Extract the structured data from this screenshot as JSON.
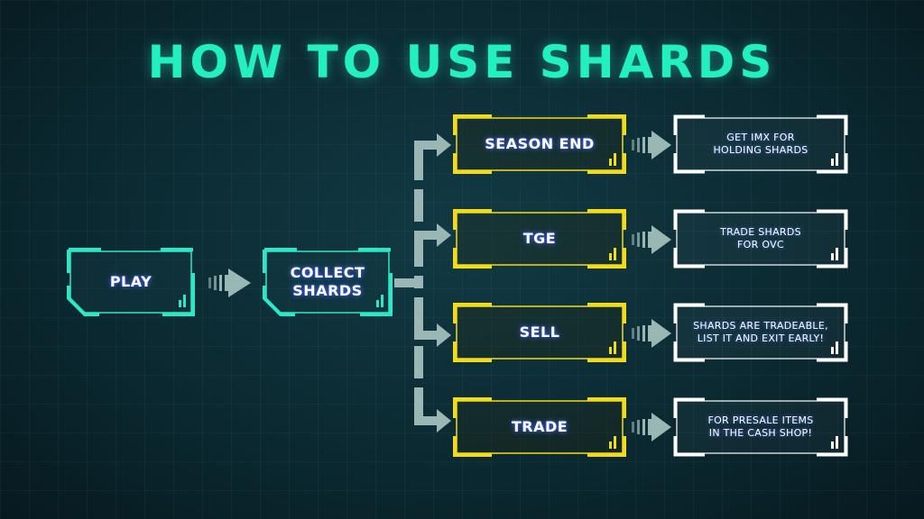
{
  "title": "HOW TO USE SHARDS",
  "colors": {
    "title": "#23f0c0",
    "start_frame": "#2be8c8",
    "option_frame": "#f2dc1a",
    "result_frame": "#ffffff",
    "arrow": "#9ab7b3"
  },
  "steps": {
    "play": "PLAY",
    "collect": [
      "COLLECT",
      "SHARDS"
    ]
  },
  "options": [
    {
      "label": "SEASON END",
      "result": [
        "GET IMX FOR",
        "HOLDING SHARDS"
      ]
    },
    {
      "label": "TGE",
      "result": [
        "TRADE SHARDS",
        "FOR OVC"
      ]
    },
    {
      "label": "SELL",
      "result": [
        "SHARDS ARE TRADEABLE,",
        "LIST IT AND EXIT EARLY!"
      ]
    },
    {
      "label": "TRADE",
      "result": [
        "FOR PRESALE ITEMS",
        "IN THE CASH SHOP!"
      ]
    }
  ]
}
